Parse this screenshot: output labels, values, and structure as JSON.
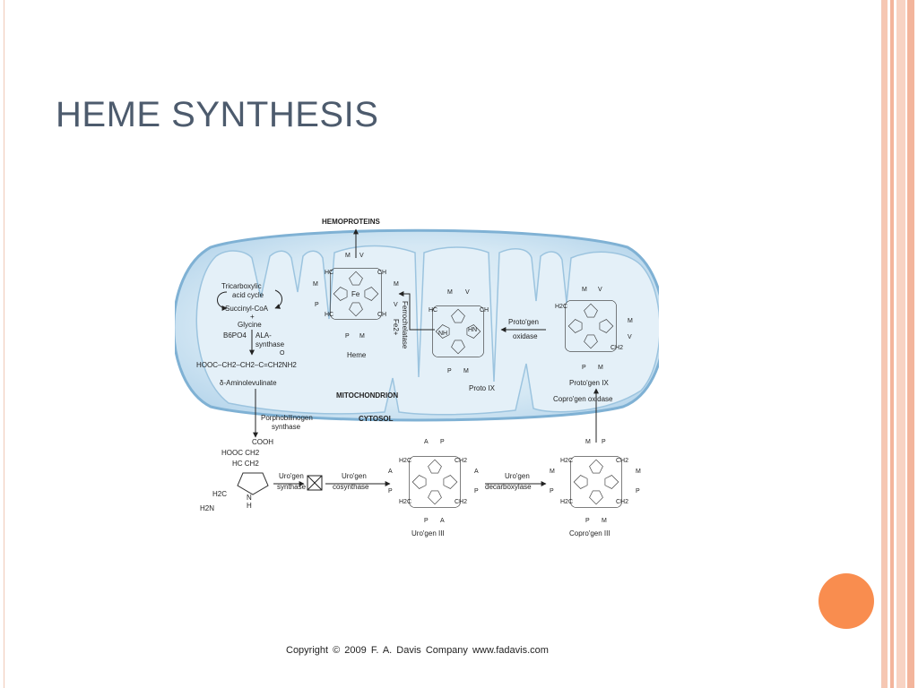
{
  "slide": {
    "title": "HEME SYNTHESIS",
    "copyright": "Copyright © 2009    F. A. Davis Company    www.fadavis.com",
    "colors": {
      "title": "#4d5b6d",
      "accent_dot": "#f98d4f",
      "border_stripes": "#f3b8a0",
      "mitochondrion_fill": "#cde4f2",
      "mitochondrion_edge": "#7fb1d4"
    }
  },
  "diagram": {
    "hemoproteins": "HEMOPROTEINS",
    "mitochondrion": "MITOCHONDRION",
    "cytosol": "CYTOSOL",
    "tca_line1": "Tricarboxylic",
    "tca_line2": "acid cycle",
    "succinyl": "Succinyl-CoA",
    "plus": "+",
    "glycine": "Glycine",
    "b6po4": "B6PO4",
    "ala_line1": "ALA-",
    "ala_line2": "synthase",
    "ala_formula": "HOOC–CH2–CH2–C=CH2NH2",
    "ala_o": "O",
    "aminolevulinate": "δ-Aminolevulinate",
    "pbg_synthase_line1": "Porphobilinogen",
    "pbg_synthase_line2": "synthase",
    "pbg_cooh": "COOH",
    "pbg_line2": "HOOC  CH2",
    "pbg_line3": "HC  CH2",
    "pbg_h2c": "H2C",
    "pbg_h2n": "H2N",
    "pbg_n": "N",
    "pbg_h": "H",
    "urogen_synthase_line1": "Uro'gen",
    "urogen_synthase_line2": "synthase",
    "urogen_cosynthase_line1": "Uro'gen",
    "urogen_cosynthase_line2": "cosynthase",
    "urogen_iii": "Uro'gen III",
    "urogen_decarboxylase_line1": "Uro'gen",
    "urogen_decarboxylase_line2": "decarboxylase",
    "coprogen_iii": "Copro'gen III",
    "coprogen_oxidase": "Copro'gen oxidase",
    "protogen_ix": "Proto'gen IX",
    "protogen_oxidase_line1": "Proto'gen",
    "protogen_oxidase_line2": "oxidase",
    "proto_ix": "Proto IX",
    "ferrochelatase": "Ferrochelatase",
    "fe2": "Fe2+",
    "heme": "Heme",
    "fe": "Fe",
    "sub_m": "M",
    "sub_v": "V",
    "sub_p": "P",
    "sub_a": "A",
    "sub_hc": "HC",
    "sub_ch": "CH",
    "sub_h2c": "H2C",
    "sub_ch2": "CH2",
    "sub_n": "N",
    "sub_nh": "NH",
    "sub_hn": "HN",
    "sub_h": "H"
  }
}
